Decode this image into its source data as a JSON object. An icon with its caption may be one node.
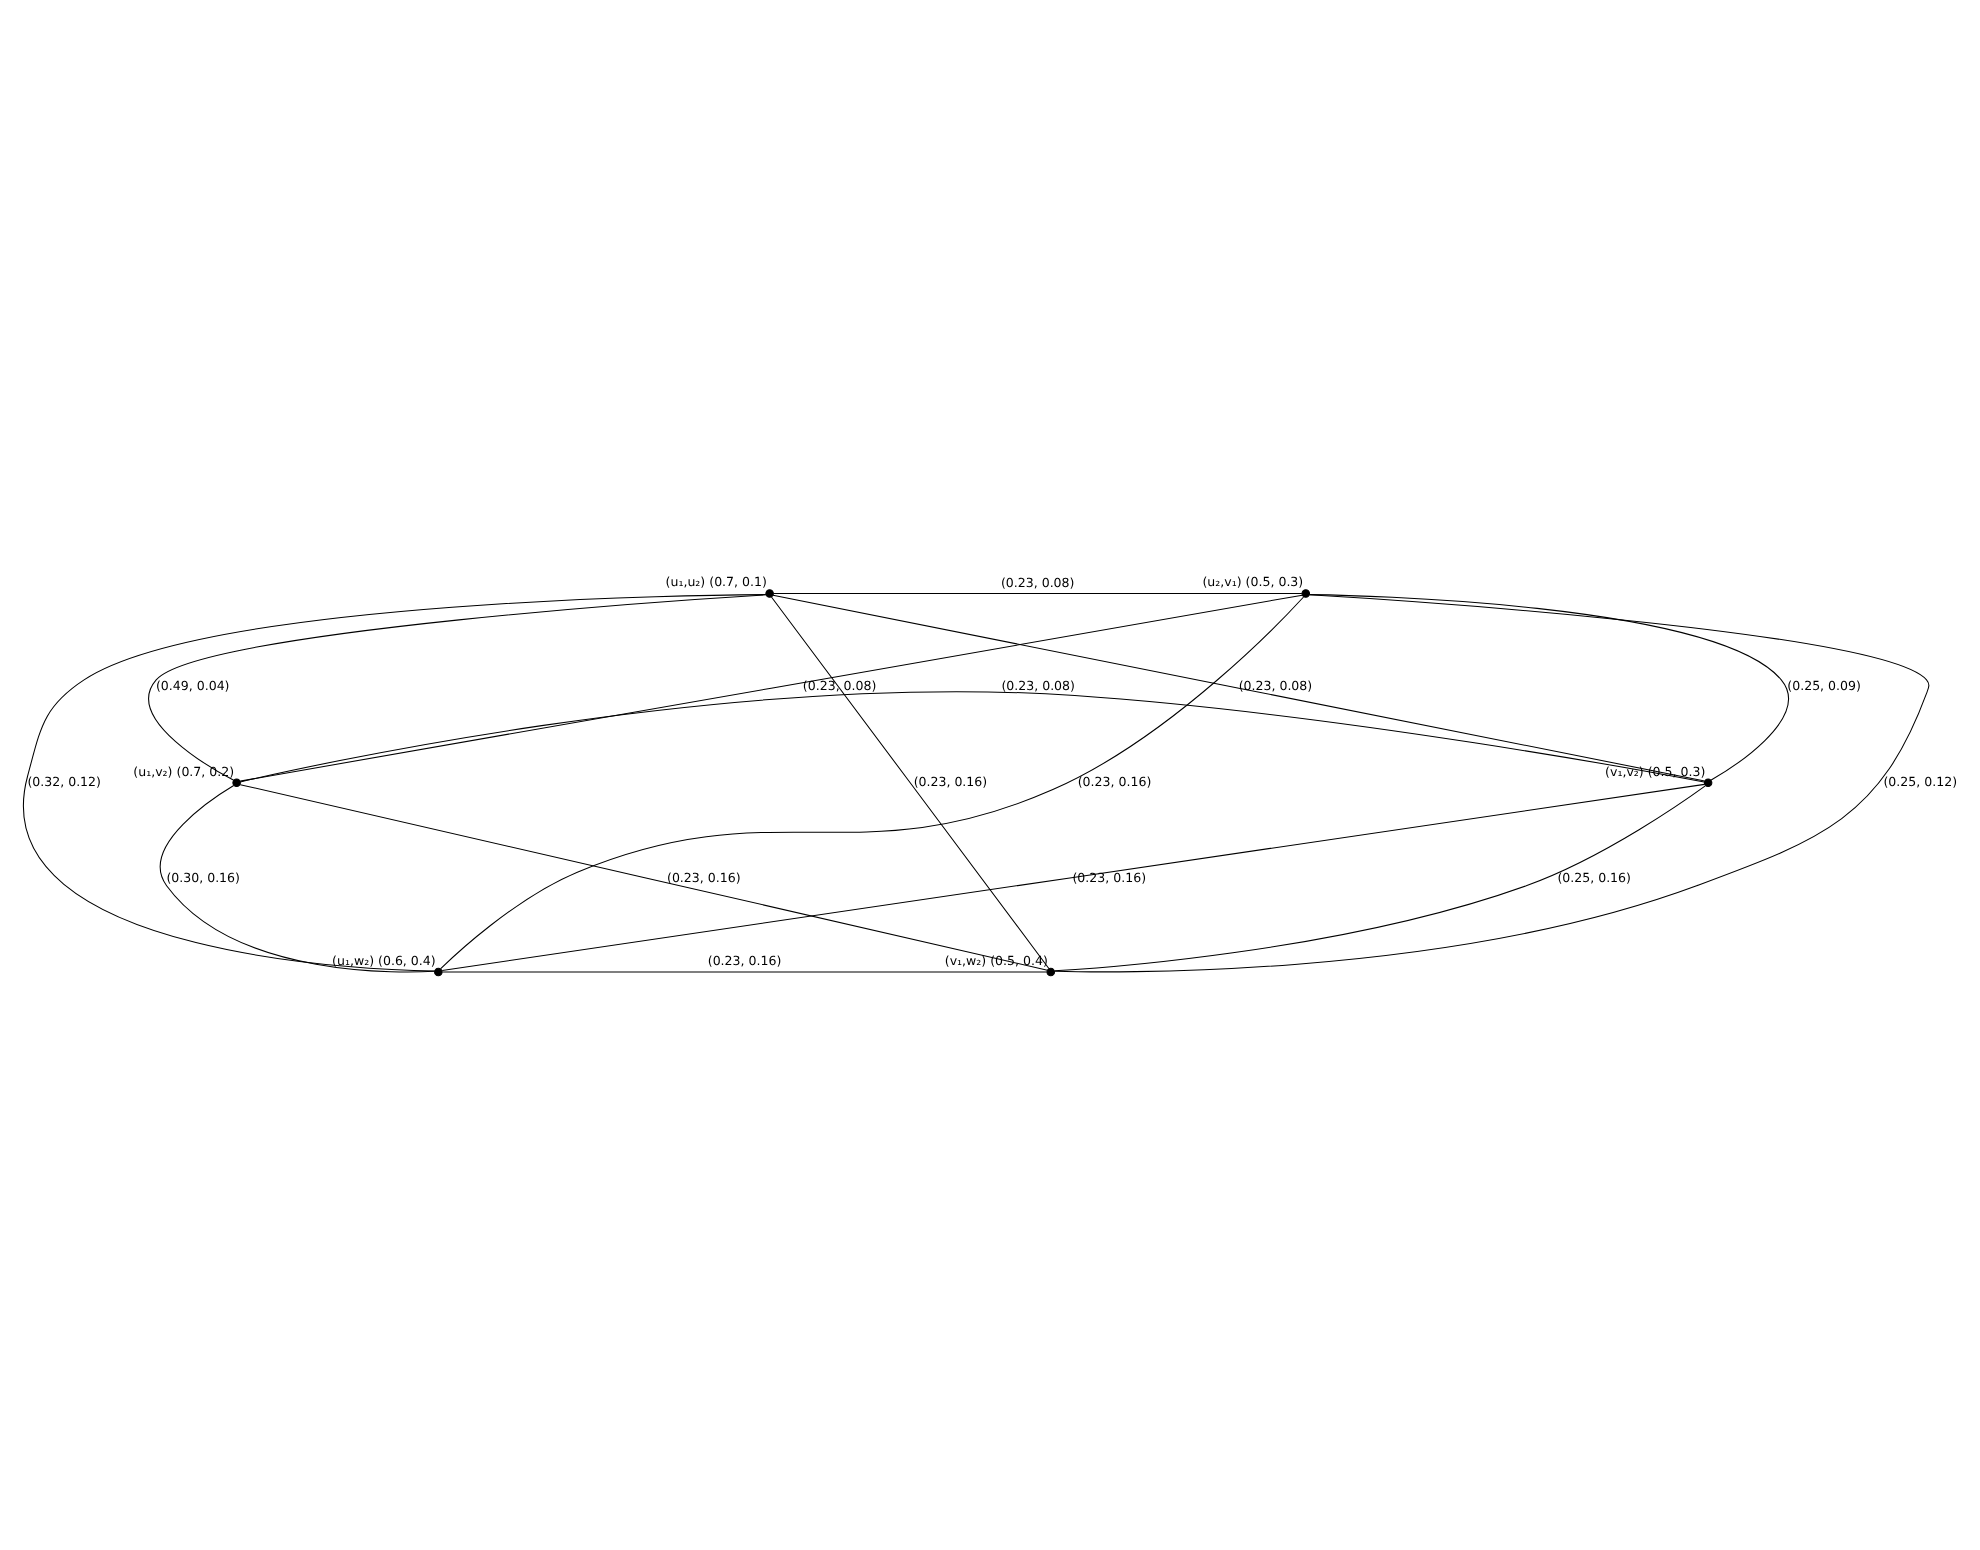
{
  "diagram": {
    "nodes": [
      {
        "text": [],
        "shape": "circle",
        "beside": [
          "(u₁,u₂)",
          "(0.7, 0.1)"
        ]
      },
      {
        "text": [],
        "shape": "circle",
        "beside": [
          "(u₂,v₁)",
          "(0.5, 0.3)"
        ]
      },
      {
        "text": [],
        "shape": "circle",
        "beside": [
          "(u₁,v₂)",
          "(0.7, 0.2)"
        ]
      },
      {
        "text": [],
        "shape": "circle",
        "beside": [
          "(v₁,v₂)",
          "(0.5, 0.3)"
        ]
      },
      {
        "text": [],
        "shape": "circle",
        "beside": [
          "(u₁,w₂)",
          "(0.6, 0.4)"
        ]
      },
      {
        "text": [],
        "shape": "circle",
        "beside": [
          "(v₁,w₂)",
          "(0.5, 0.4)"
        ]
      }
    ],
    "edges": [
      {
        "from": 0,
        "to": 1,
        "arrow": "none",
        "label": "(0.23, 0.08)"
      },
      {
        "from": 0,
        "to": 3,
        "arrow": "none",
        "label": "(0.23, 0.08)"
      },
      {
        "from": 0,
        "to": 4,
        "arrow": "none",
        "label": "(0.32, 0.12)"
      },
      {
        "from": 0,
        "to": 2,
        "arrow": "none",
        "label": "(0.49, 0.04)"
      },
      {
        "from": 1,
        "to": 2,
        "arrow": "none",
        "label": "(0.23, 0.08)"
      },
      {
        "from": 1,
        "to": 3,
        "arrow": "none",
        "label": "(0.25, 0.09)"
      },
      {
        "from": 1,
        "to": 5,
        "arrow": "none",
        "label": "(0.25, 0.12)"
      },
      {
        "from": 2,
        "to": 3,
        "arrow": "none",
        "label": "(0.23, 0.08)"
      },
      {
        "from": 2,
        "to": 4,
        "arrow": "none",
        "label": "(0.30, 0.16)"
      },
      {
        "from": 1,
        "to": 4,
        "arrow": "none",
        "label": "(0.23, 0.16)"
      },
      {
        "from": 0,
        "to": 5,
        "arrow": "none",
        "label": "(0.23, 0.16)"
      },
      {
        "from": 3,
        "to": 5,
        "arrow": "none",
        "label": "(0.25, 0.16)"
      },
      {
        "from": 3,
        "to": 4,
        "arrow": "none",
        "label": "(0.23, 0.16)"
      },
      {
        "from": 2,
        "to": 5,
        "arrow": "none",
        "label": "(0.23, 0.16)"
      },
      {
        "from": 4,
        "to": 5,
        "arrow": "none",
        "label": "(0.23, 0.16)"
      }
    ]
  }
}
